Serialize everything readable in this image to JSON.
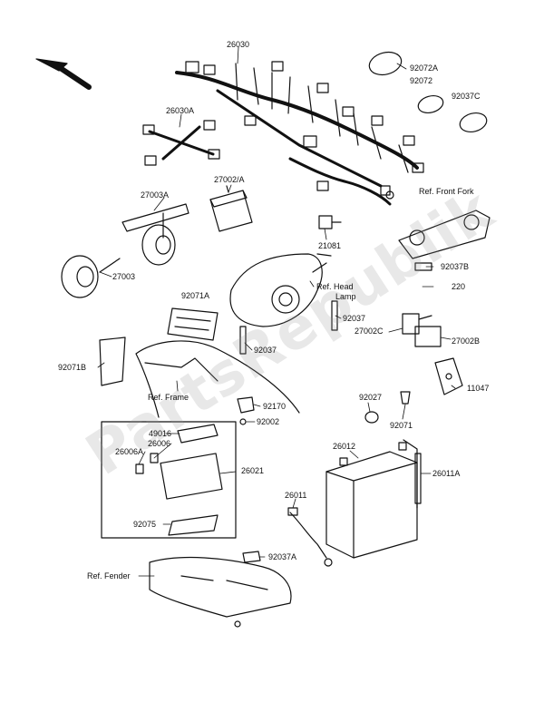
{
  "diagram": {
    "watermark": "PartsRepublik",
    "labels": {
      "p26030": "26030",
      "p92072A": "92072A",
      "p92072": "92072",
      "p92037C": "92037C",
      "p26030A": "26030A",
      "p27002A": "27002/A",
      "p27003A": "27003A",
      "refFrontFork": "Ref. Front Fork",
      "p21081": "21081",
      "p27003": "27003",
      "p92037B": "92037B",
      "p220": "220",
      "p92071A": "92071A",
      "refHeadLamp1": "Ref. Head",
      "refHeadLamp2": "Lamp",
      "p92037a": "92037",
      "p27002C": "27002C",
      "p27002B": "27002B",
      "p92037b": "92037",
      "p92071B": "92071B",
      "p11047": "11047",
      "refFrame": "Ref. Frame",
      "p92027": "92027",
      "p92170": "92170",
      "p92071": "92071",
      "p92002": "92002",
      "p49016": "49016",
      "p26006": "26006",
      "p26006A": "26006A",
      "p26012": "26012",
      "p26021": "26021",
      "p26011A": "26011A",
      "p26011": "26011",
      "p92075": "92075",
      "p92037A": "92037A",
      "refFender": "Ref. Fender"
    }
  }
}
